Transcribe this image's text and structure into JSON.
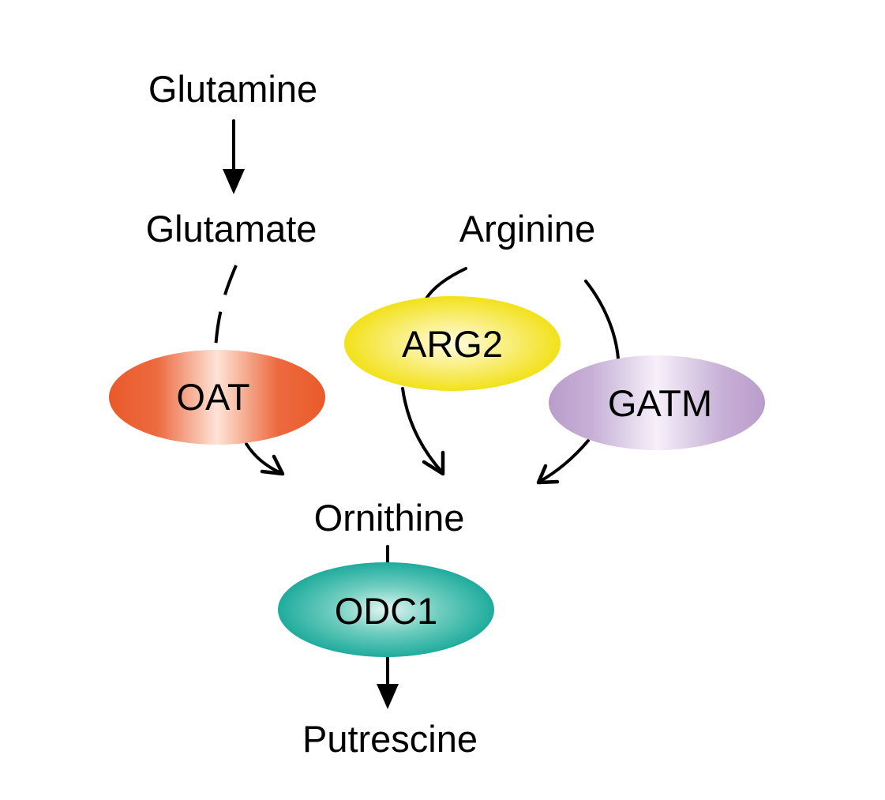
{
  "metabolites": {
    "glutamine": "Glutamine",
    "glutamate": "Glutamate",
    "arginine": "Arginine",
    "ornithine": "Ornithine",
    "putrescine": "Putrescine"
  },
  "enzymes": {
    "oat": {
      "label": "OAT",
      "color": "#ea5a2a",
      "highlight": "#fde4d8"
    },
    "arg2": {
      "label": "ARG2",
      "color": "#f2e11a",
      "highlight": "#fffbe0"
    },
    "gatm": {
      "label": "GATM",
      "color": "#b99cca",
      "highlight": "#f6f0fa"
    },
    "odc1": {
      "label": "ODC1",
      "color": "#0fa596",
      "highlight": "#e2f6f3"
    }
  },
  "edges": [
    {
      "from": "Glutamine",
      "to": "Glutamate",
      "style": "solid"
    },
    {
      "from": "Glutamate",
      "to": "Ornithine",
      "via": "OAT",
      "style": "dashed-then-solid"
    },
    {
      "from": "Arginine",
      "to": "Ornithine",
      "via": "ARG2",
      "style": "solid"
    },
    {
      "from": "Arginine",
      "to": "Ornithine",
      "via": "GATM",
      "style": "solid"
    },
    {
      "from": "Ornithine",
      "to": "Putrescine",
      "via": "ODC1",
      "style": "solid"
    }
  ]
}
